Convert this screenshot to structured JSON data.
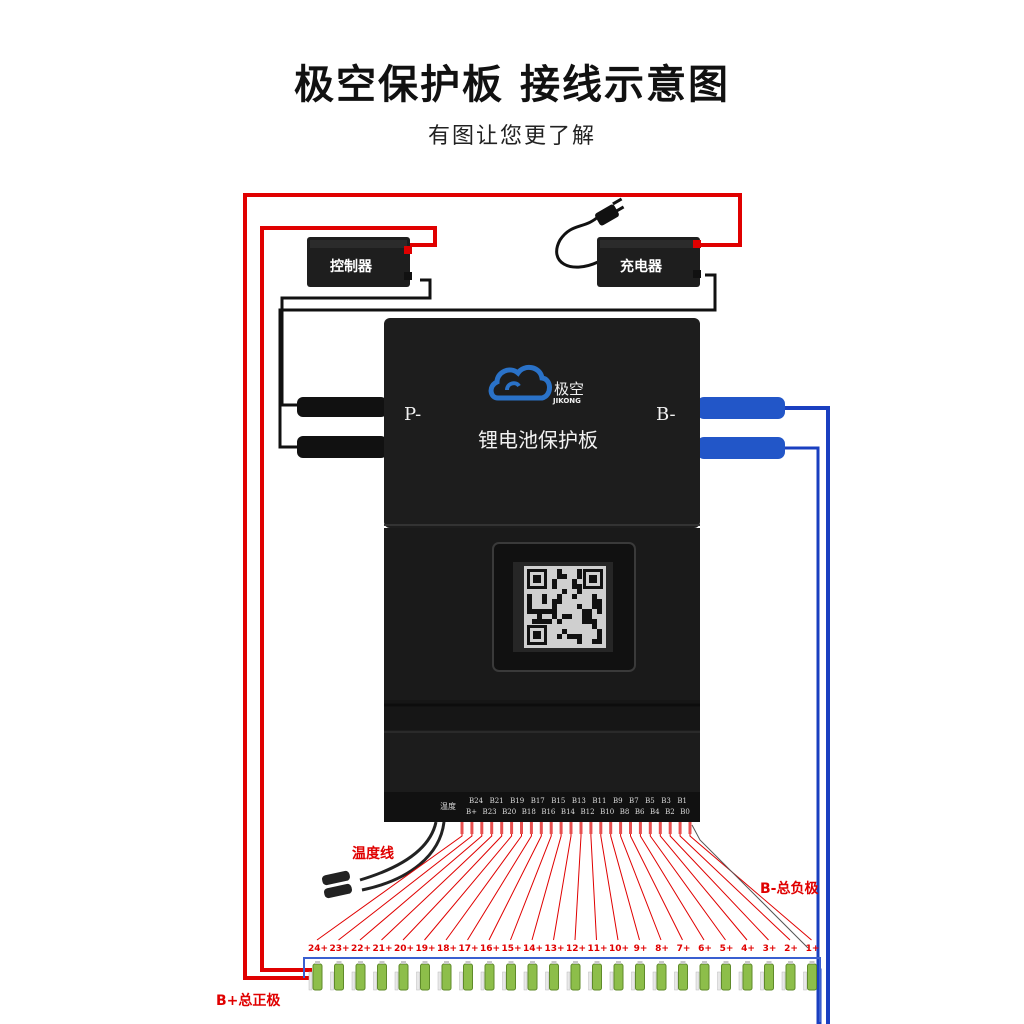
{
  "header": {
    "title": "极空保护板 接线示意图",
    "subtitle": "有图让您更了解"
  },
  "devices": {
    "controller": "控制器",
    "charger": "充电器"
  },
  "board": {
    "brand_cn": "极空",
    "brand_en": "JIKONG",
    "name": "锂电池保护板",
    "p_minus": "P-",
    "b_minus": "B-",
    "temp_port": "温度",
    "terminals_top": [
      "B24",
      "B21",
      "B19",
      "B17",
      "B15",
      "B13",
      "B11",
      "B9",
      "B7",
      "B5",
      "B3",
      "B1"
    ],
    "terminals_bottom": [
      "B+",
      "B23",
      "B20",
      "B18",
      "B16",
      "B14",
      "B12",
      "B10",
      "B8",
      "B6",
      "B4",
      "B2",
      "B0"
    ]
  },
  "labels": {
    "temp_wire": "温度线",
    "b_total_negative": "B-总负极",
    "b_total_positive": "B+总正极"
  },
  "cells": [
    "24+",
    "23+",
    "22+",
    "21+",
    "20+",
    "19+",
    "18+",
    "17+",
    "16+",
    "15+",
    "14+",
    "13+",
    "12+",
    "11+",
    "10+",
    "9+",
    "8+",
    "7+",
    "6+",
    "5+",
    "4+",
    "3+",
    "2+",
    "1+"
  ],
  "colors": {
    "positive_wire": "#e00000",
    "negative_wire": "#1a3fc0",
    "signal_wire": "#111111",
    "board_body": "#1c1c1c",
    "cell_green": "#8dbe4a",
    "brand_blue": "#2a72c8"
  }
}
